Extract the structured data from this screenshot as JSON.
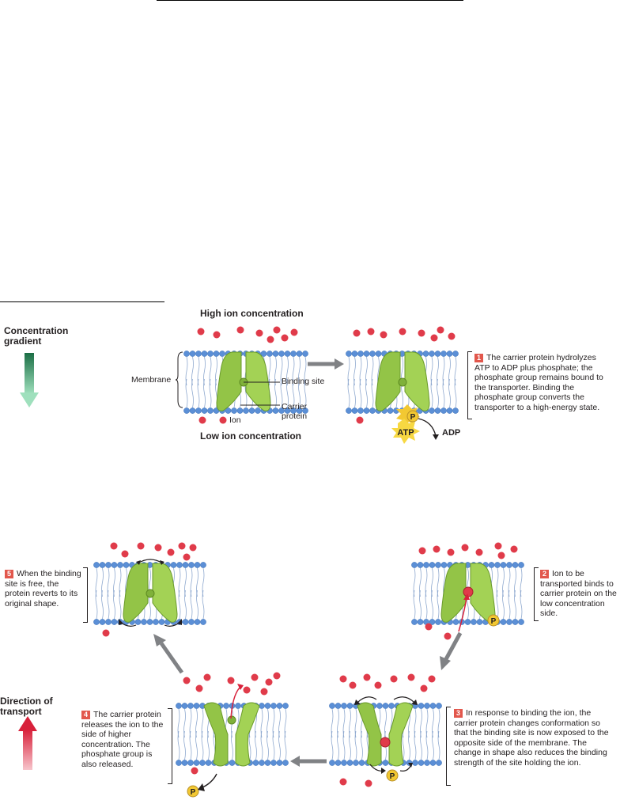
{
  "top_heading": "High ion concentration",
  "bottom_heading": "Low ion concentration",
  "gradient": {
    "label": "Concentration gradient"
  },
  "direction": {
    "label": "Direction of transport"
  },
  "labels": {
    "membrane": "Membrane",
    "binding_site": "Binding site",
    "carrier_protein": "Carrier protein",
    "ion": "Ion",
    "atp": "ATP",
    "adp": "ADP",
    "phosphate": "P"
  },
  "steps": [
    {
      "num": "1",
      "text": "The carrier protein hydrolyzes ATP to ADP plus phosphate; the phosphate group remains bound to the transporter. Binding the phosphate group converts the transporter to a high-energy state."
    },
    {
      "num": "2",
      "text": "Ion to be transported binds to carrier protein on the low concentration side."
    },
    {
      "num": "3",
      "text": "In response to binding the ion, the carrier protein changes conformation so that the binding site is now exposed to the opposite side of the membrane. The change in shape also reduces the binding strength of the site holding the ion."
    },
    {
      "num": "4",
      "text": "The carrier protein releases the ion to the side of higher concentration. The phosphate group is also released."
    },
    {
      "num": "5",
      "text": "When the binding site is free, the protein reverts to its original shape."
    }
  ],
  "colors": {
    "ion": "#e03b4a",
    "protein": "#8fc13f",
    "lipid_head": "#5b8fd6",
    "phosphate": "#f2c832",
    "gradient_arrow": "#1f8f5a",
    "direction_arrow": "#d8203a"
  }
}
